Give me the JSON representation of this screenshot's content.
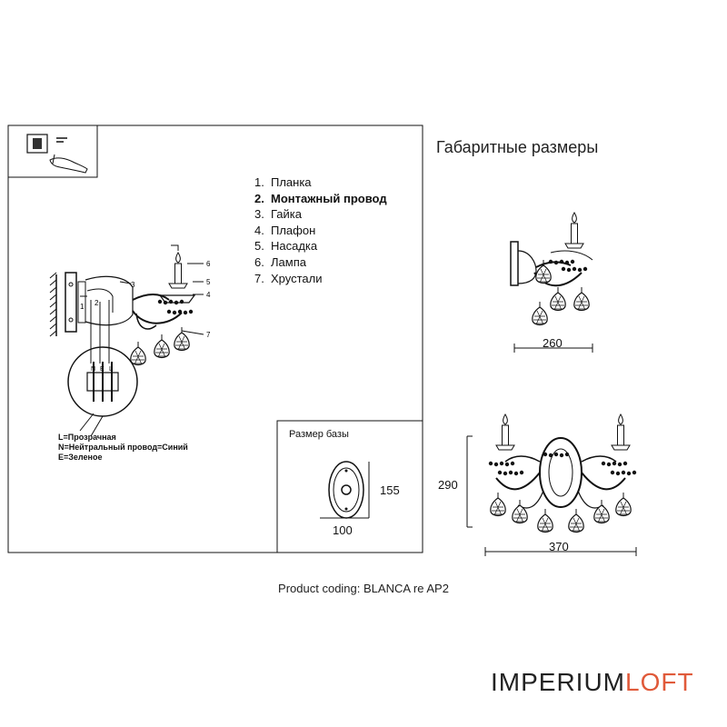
{
  "header": {
    "title": "Габаритные размеры"
  },
  "parts": [
    {
      "num": "1.",
      "label": "Планка",
      "bold": false
    },
    {
      "num": "2.",
      "label": "Монтажный провод",
      "bold": true
    },
    {
      "num": "3.",
      "label": "Гайка",
      "bold": false
    },
    {
      "num": "4.",
      "label": "Плафон",
      "bold": false
    },
    {
      "num": "5.",
      "label": "Насадка",
      "bold": false
    },
    {
      "num": "6.",
      "label": "Лампа",
      "bold": false
    },
    {
      "num": "7.",
      "label": "Хрустали",
      "bold": false
    }
  ],
  "callouts": [
    "1",
    "2",
    "3",
    "4",
    "5",
    "6",
    "7"
  ],
  "wiring": {
    "notes": [
      "L=Прозрачная",
      "N=Нейтральный провод=Синий",
      "E=Зеленое"
    ],
    "terminals": [
      "N",
      "E",
      "L"
    ]
  },
  "base": {
    "title": "Размер базы",
    "width": "100",
    "height": "155"
  },
  "dimensions": {
    "single_width": "260",
    "pair_height": "290",
    "pair_width": "370"
  },
  "product_coding": "Product coding: BLANCA re AP2",
  "logo": {
    "part1": "IMPERIUM",
    "part2": "LOFT"
  }
}
